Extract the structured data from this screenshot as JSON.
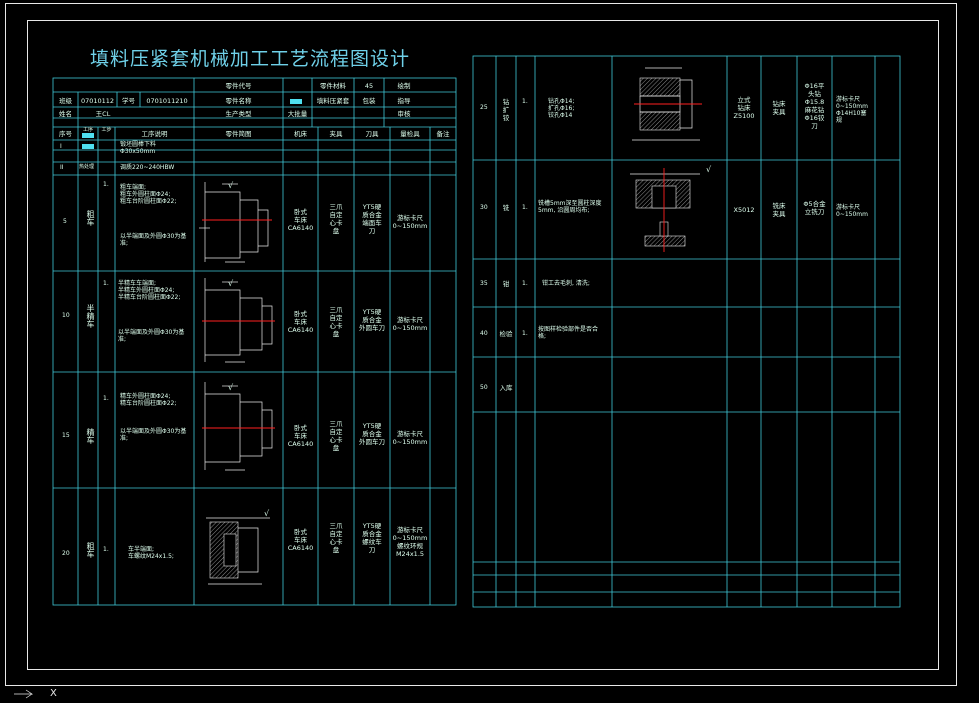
{
  "title": "填料压紧套机械加工工艺流程图设计",
  "left_table": {
    "header_rows": [
      {
        "cells": [
          {
            "k": "part_code_label",
            "v": "零件代号"
          },
          {
            "k": "part_material_label",
            "v": "零件材料"
          },
          {
            "k": "material_value",
            "v": "45"
          },
          {
            "k": "drawn_label",
            "v": "绘制"
          }
        ]
      },
      {
        "cells": [
          {
            "k": "class_label",
            "v": "班级"
          },
          {
            "k": "class_value",
            "v": "07010112"
          },
          {
            "k": "student_label",
            "v": "学号"
          },
          {
            "k": "student_value",
            "v": "0701011210"
          },
          {
            "k": "part_name_label",
            "v": "零件名称"
          },
          {
            "k": "part_name_value",
            "v": "填料压紧套"
          },
          {
            "k": "wrapping_label",
            "v": "包装"
          },
          {
            "k": "guide_label",
            "v": "指导"
          }
        ]
      },
      {
        "cells": [
          {
            "k": "name_label",
            "v": "姓名"
          },
          {
            "k": "name_value",
            "v": "王CL"
          },
          {
            "k": "production_type_label",
            "v": "生产类型"
          },
          {
            "k": "production_type_value",
            "v": "大批量"
          },
          {
            "k": "review_label",
            "v": "审核"
          }
        ]
      }
    ],
    "col_headers": [
      "序号",
      "工序",
      "工步",
      "工序说明",
      "零件简图",
      "机床",
      "夹具",
      "刀具",
      "量检具",
      "备注"
    ],
    "rows": [
      {
        "no": "I",
        "desc": "锻坯圆棒下料\nΦ30x50mm"
      },
      {
        "no": "II",
        "op": "热处理",
        "desc": "调质220~240HBW"
      },
      {
        "no": "5",
        "op": "粗车",
        "step": "1.",
        "desc": "粗车端面;\n粗车外圆柱面Φ24;\n粗车台阶圆柱面Φ22;\n\n\n\n\n以半端面及外圆Φ30为基准;",
        "machine": "卧式\n车床\nCA6140",
        "fixture": "三爪\n自定\n心卡\n盘",
        "tool": "YT5硬\n质合金\n端面车\n刀",
        "gauge": "游标卡尺\n0~150mm"
      },
      {
        "no": "10",
        "op": "半精车",
        "step": "1.",
        "desc": "半精车车端面;\n半精车外圆柱面Φ24;\n半精车台阶圆柱面Φ22;\n\n\n\n\n以半端面及外圆Φ30为基准;",
        "machine": "卧式\n车床\nCA6140",
        "fixture": "三爪\n自定\n心卡\n盘",
        "tool": "YT5硬\n质合金\n外圆车刀",
        "gauge": "游标卡尺\n0~150mm"
      },
      {
        "no": "15",
        "op": "精车",
        "step": "1.",
        "desc": "精车外圆柱面Φ24;\n精车台阶圆柱面Φ22;\n\n\n\n以半端面及外圆Φ30为基准;",
        "machine": "卧式\n车床\nCA6140",
        "fixture": "三爪\n自定\n心卡\n盘",
        "tool": "YT5硬\n质合金\n外圆车刀",
        "gauge": "游标卡尺\n0~150mm"
      },
      {
        "no": "20",
        "op": "粗车",
        "step": "1.",
        "desc": "车半端面;\n车螺纹M24x1.5;",
        "machine": "卧式\n车床\nCA6140",
        "fixture": "三爪\n自定\n心卡\n盘",
        "tool": "YT5硬\n质合金\n螺纹车\n刀",
        "gauge": "游标卡尺\n0~150mm\n螺纹环规\nM24x1.5"
      }
    ]
  },
  "right_table": {
    "rows": [
      {
        "no": "25",
        "op": "钻\n扩\n铰",
        "step": "1.",
        "desc": "钻孔Φ14;\n扩孔Φ16;\n铰孔Φ14",
        "machine": "立式\n钻床\nZ5100",
        "fixture": "钻床\n夹具",
        "tool": "Φ16平\n头钻\nΦ15.8\n麻花钻\nΦ16铰\n刀",
        "gauge": "游标卡尺\n0~150mm\nΦ14H10塞\n规"
      },
      {
        "no": "30",
        "op": "铣",
        "step": "1.",
        "desc": "铣槽5mm深至圆柱深度\n5mm, 沿圆周均布;",
        "machine": "X5012",
        "fixture": "铣床\n夹具",
        "tool": "Φ5合金\n立铣刀",
        "gauge": "游标卡尺\n0~150mm"
      },
      {
        "no": "35",
        "op": "钳",
        "step": "1.",
        "desc": "钳工去毛刺, 清洗;"
      },
      {
        "no": "40",
        "op": "检验",
        "step": "1.",
        "desc": "按图样检验部件是否合\n格;"
      },
      {
        "no": "50",
        "op": "入库"
      }
    ]
  },
  "surface_mark": "√",
  "axis_marker": "X",
  "colors": {
    "background": "#000000",
    "grid": "#3fc8d8",
    "title": "#6fd0e8",
    "text": "#ddffee",
    "drawing": "#e8e8e8",
    "center_line": "#ff2020"
  }
}
